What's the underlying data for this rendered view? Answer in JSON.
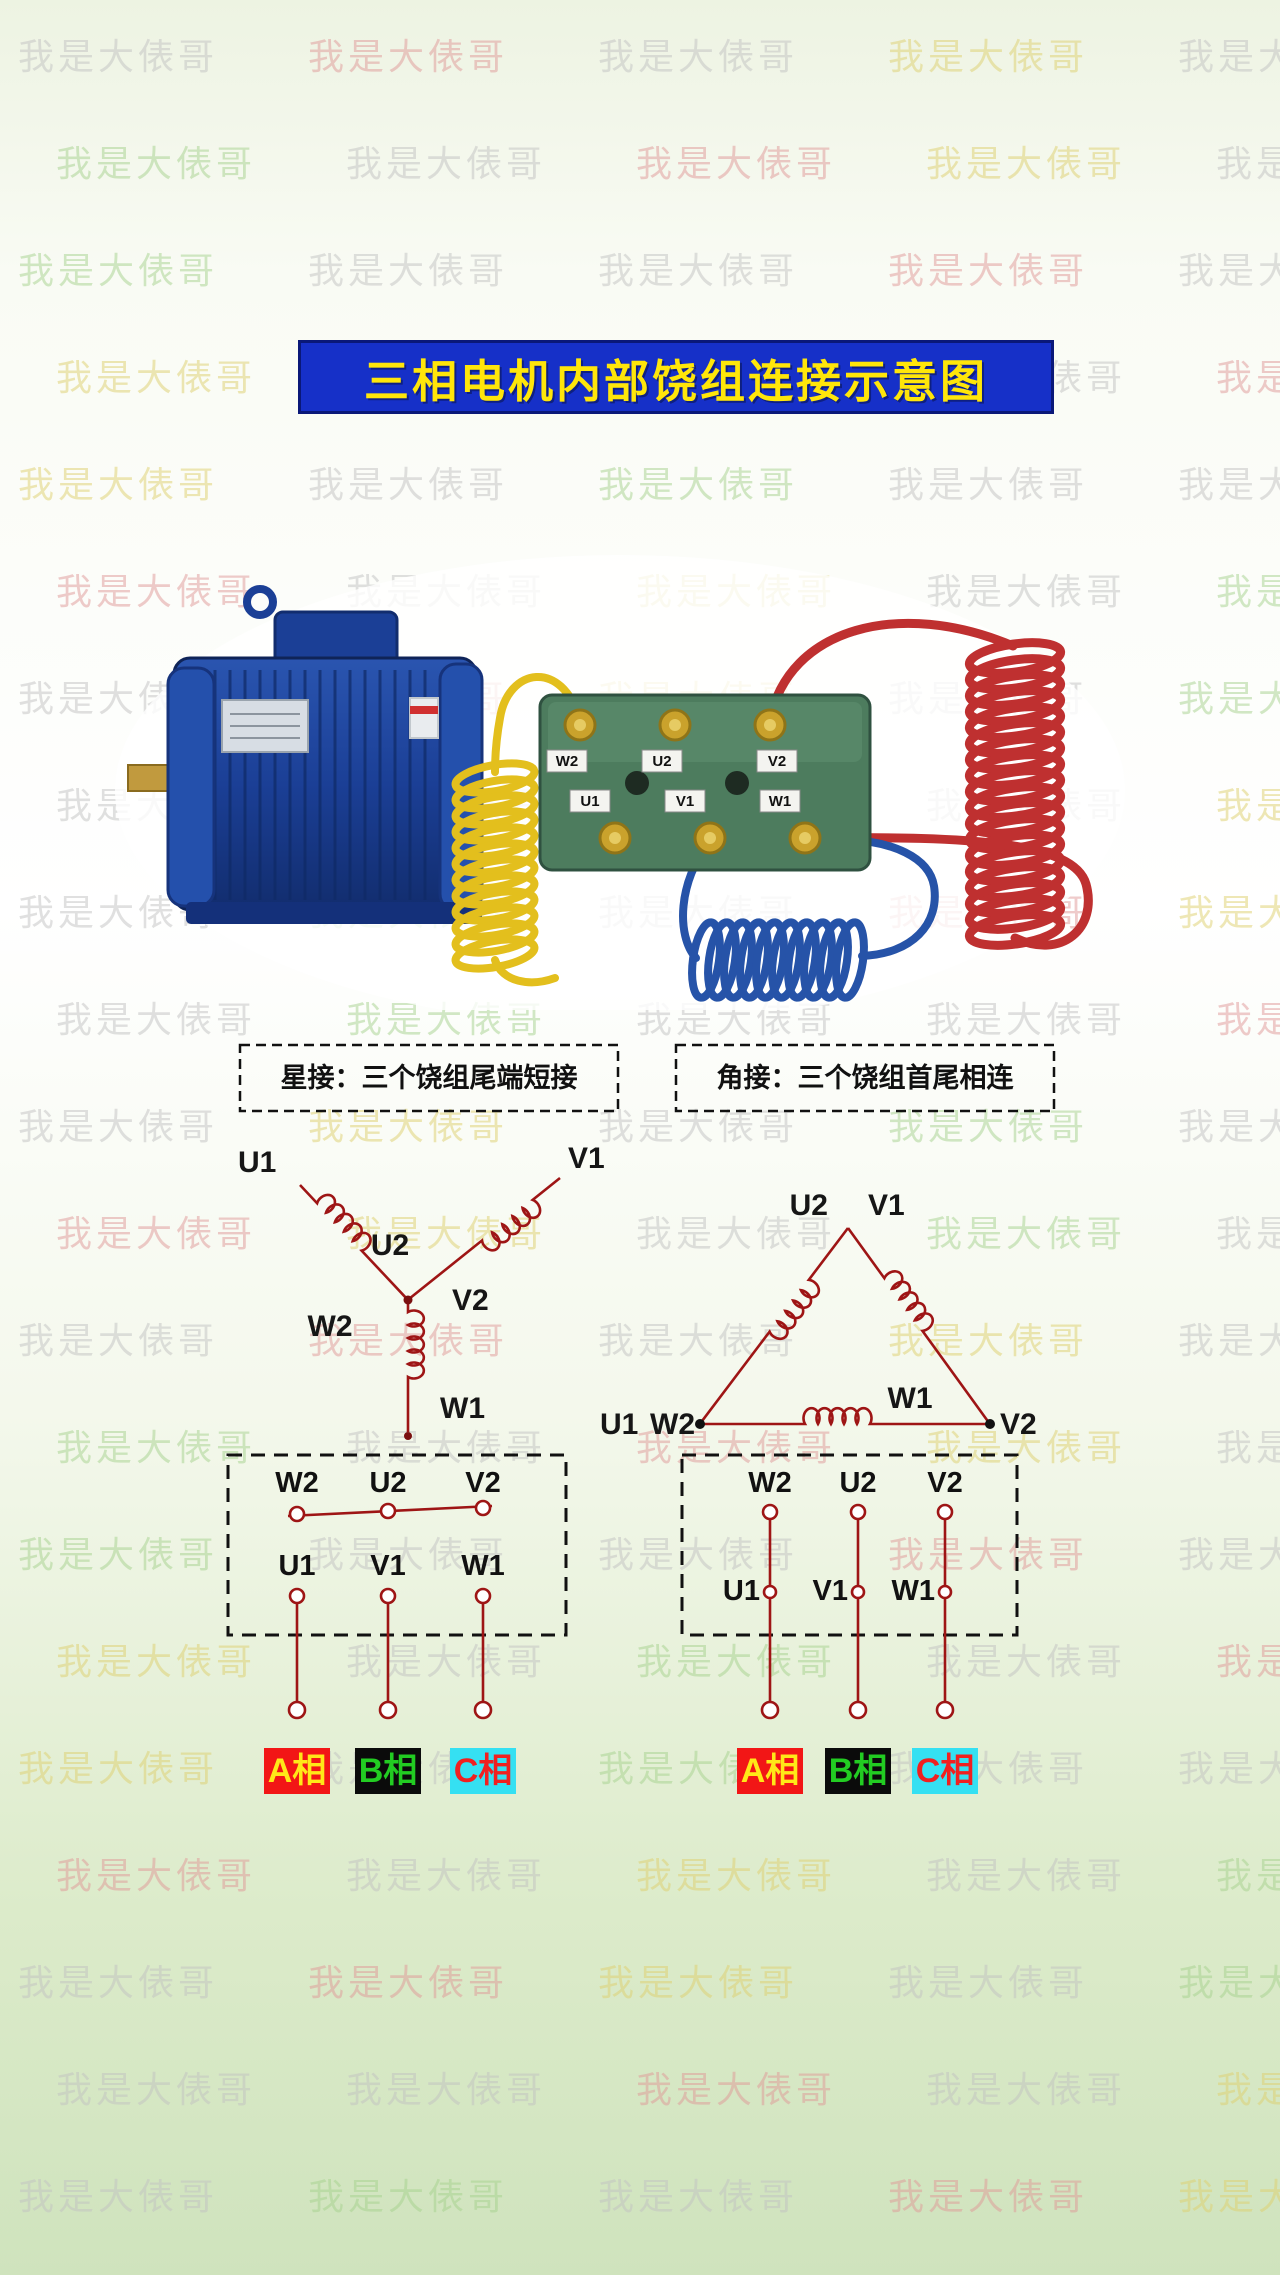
{
  "watermark": {
    "text": "我是大俵哥",
    "palette": [
      "#c2c2c2",
      "#e09898",
      "#c2c2c2",
      "#ded06e",
      "#c2c2c2",
      "#a6d28e",
      "#c2c2c2",
      "#e09898",
      "#ded06e",
      "#c2c2c2",
      "#a6d28e",
      "#c2c2c2"
    ]
  },
  "title": {
    "text": "三相电机内部饶组连接示意图",
    "bg": "#1630c8",
    "color": "#ffe60a"
  },
  "photo": {
    "terminal_block": {
      "top_row": [
        "W2",
        "U2",
        "V2"
      ],
      "bottom_row": [
        "U1",
        "V1",
        "W1"
      ]
    }
  },
  "star": {
    "caption": "星接：三个饶组尾端短接",
    "labels": {
      "u1": "U1",
      "v1": "V1",
      "u2": "U2",
      "v2": "V2",
      "w2": "W2",
      "w1": "W1"
    }
  },
  "delta": {
    "caption": "角接：三个饶组首尾相连",
    "labels": {
      "u2": "U2",
      "v1": "V1",
      "u1": "U1",
      "w2": "W2",
      "w1": "W1",
      "v2": "V2"
    }
  },
  "terminal_box": {
    "top_row": [
      "W2",
      "U2",
      "V2"
    ],
    "bottom_row": [
      "U1",
      "V1",
      "W1"
    ]
  },
  "phases": [
    {
      "text": "A相",
      "bg": "#f21616",
      "color": "#ffe818"
    },
    {
      "text": "B相",
      "bg": "#0b0b0b",
      "color": "#22cc22"
    },
    {
      "text": "C相",
      "bg": "#35e0f2",
      "color": "#f02020"
    }
  ],
  "colors": {
    "diagram_red": "#9e1515",
    "coil_yellow": "#e3bf1d",
    "coil_red": "#bf3030",
    "coil_blue": "#2653a8"
  }
}
